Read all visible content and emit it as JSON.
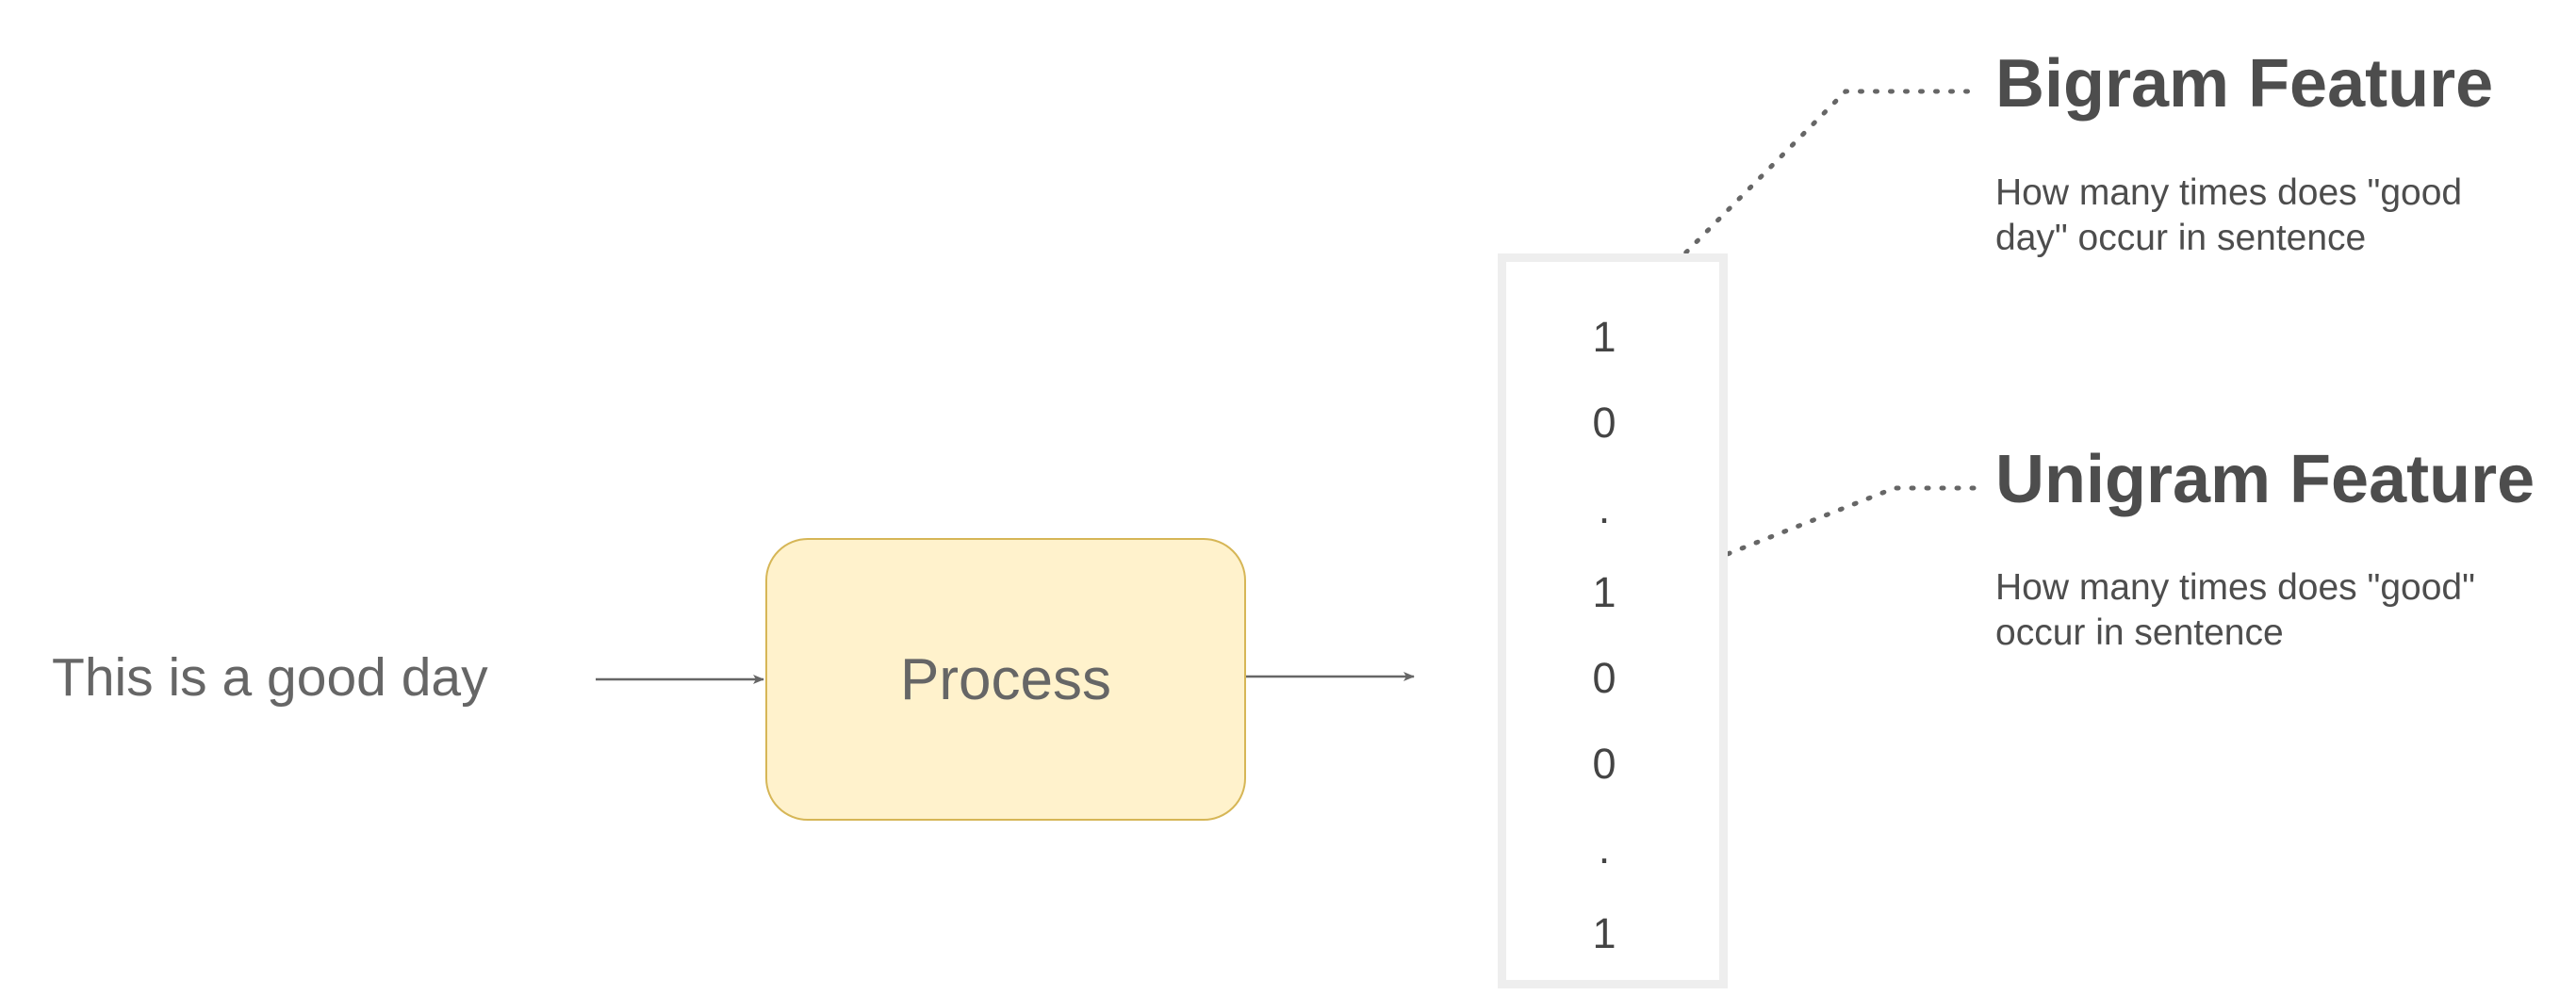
{
  "input_sentence": "This is a good day",
  "process_label": "Process",
  "feature_vector": [
    "1",
    "0",
    ".",
    "1",
    "0",
    "0",
    ".",
    "1"
  ],
  "bigram": {
    "title": "Bigram Feature",
    "description": "How many times does \"good day\" occur in sentence"
  },
  "unigram": {
    "title": "Unigram Feature",
    "description": "How many times does \"good\" occur in sentence"
  },
  "colors": {
    "process_fill": "#fff2cc",
    "process_stroke": "#d6b656",
    "vector_border": "#eeeeee",
    "arrow": "#666666",
    "dotted_line": "#666666"
  }
}
